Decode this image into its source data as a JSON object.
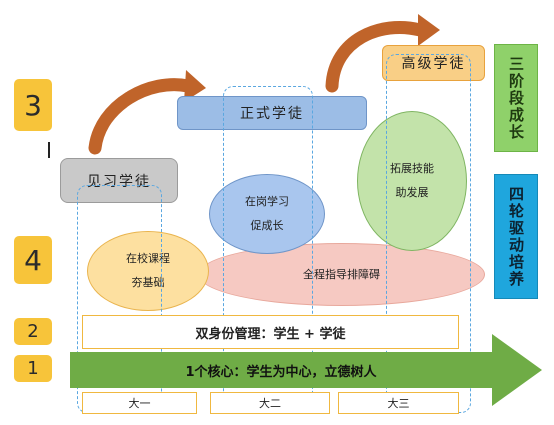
{
  "levels": {
    "three": "3",
    "four": "4",
    "two": "2",
    "one": "1"
  },
  "stages": {
    "trainee": "见习学徒",
    "formal": "正式学徒",
    "senior": "高级学徒"
  },
  "ellipses": {
    "campus_line1": "在校课程",
    "campus_line2": "夯基础",
    "post_line1": "在岗学习",
    "post_line2": "促成长",
    "expand_line1": "拓展技能",
    "expand_line2": "助发展",
    "guide": "全程指导排障碍"
  },
  "side": {
    "three_stages": "三阶段成长",
    "four_rounds": "四轮驱动培养"
  },
  "bars": {
    "identity": "双身份管理：学生 + 学徒",
    "core": "1个核心：学生为中心，立德树人"
  },
  "years": [
    "大一",
    "大二",
    "大三"
  ],
  "colors": {
    "level_yellow": "#f7c43a",
    "arrow_green": "#6fac46",
    "side_green": "#8fd16a",
    "side_blue": "#1fa6dd",
    "dash_blue": "#5aa7e0",
    "curved_arrow": "#c0642a"
  }
}
